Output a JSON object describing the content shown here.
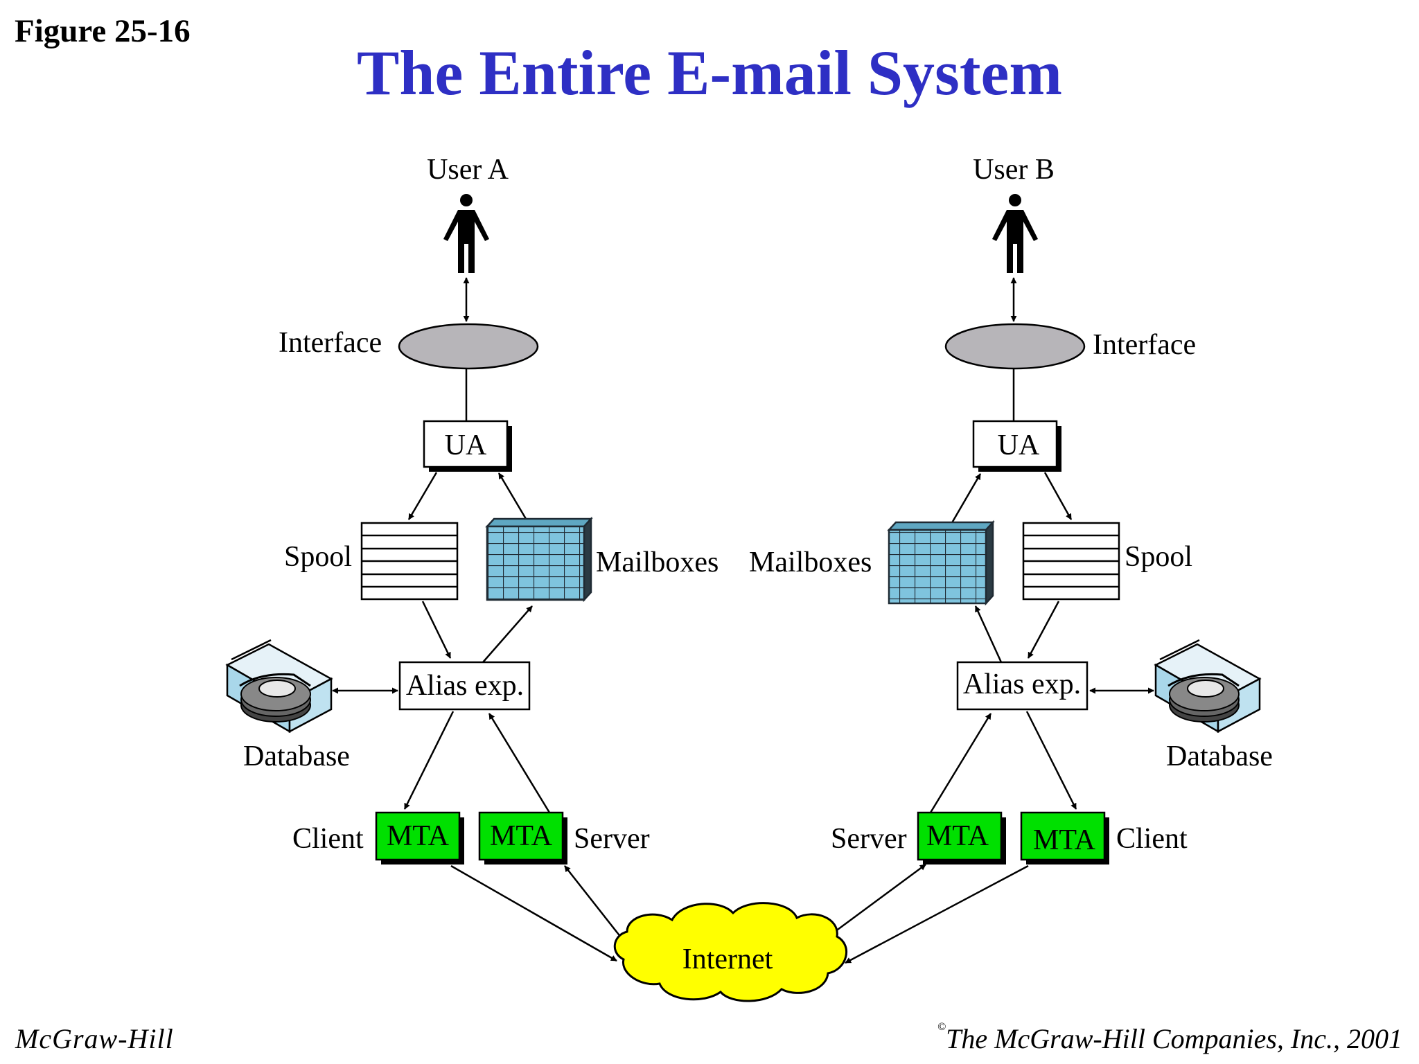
{
  "figure_label": "Figure 25-16",
  "title": "The Entire E-mail System",
  "left": {
    "user": "User A",
    "interface": "Interface",
    "ua": "UA",
    "spool": "Spool",
    "mailboxes": "Mailboxes",
    "alias": "Alias exp.",
    "database": "Database",
    "client_label": "Client",
    "client_mta": "MTA",
    "server_mta": "MTA",
    "server_label": "Server"
  },
  "right": {
    "user": "User B",
    "interface": "Interface",
    "ua": "UA",
    "spool": "Spool",
    "mailboxes": "Mailboxes",
    "alias": "Alias exp.",
    "database": "Database",
    "server_label": "Server",
    "server_mta": "MTA",
    "client_mta": "MTA",
    "client_label": "Client"
  },
  "internet": "Internet",
  "footer": {
    "publisher": "McGraw-Hill",
    "copyright_symbol": "©",
    "copyright": "The McGraw-Hill Companies, Inc., 2001"
  },
  "colors": {
    "title": "#2e2fc4",
    "mta_fill": "#00e000",
    "internet_fill": "#ffff00",
    "interface_fill": "#b7b5b9",
    "mailbox_fill": "#7fc4de"
  }
}
